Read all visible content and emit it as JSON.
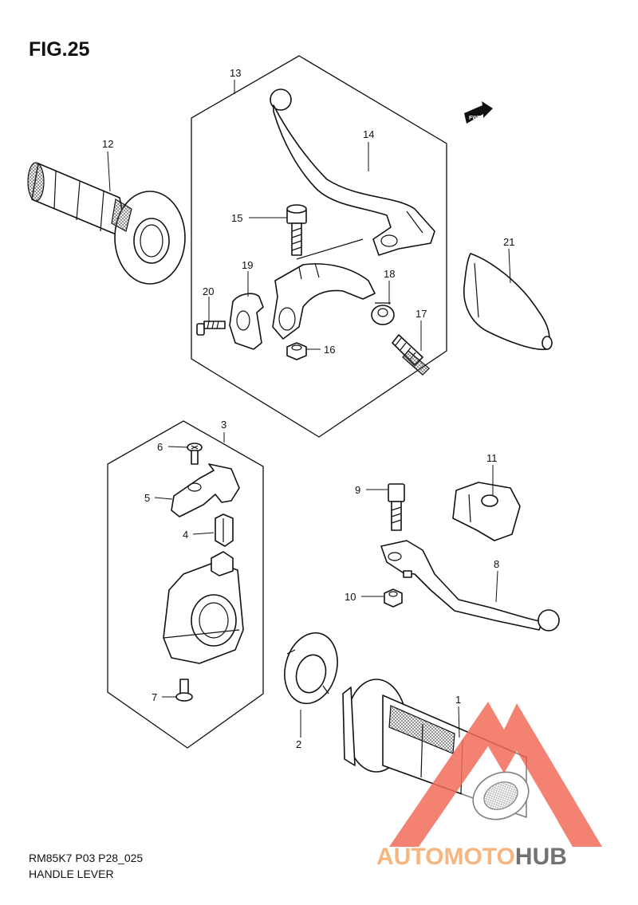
{
  "figure": {
    "title": "FIG.25",
    "code": "RM85K7 P03 P28_025",
    "name": "HANDLE LEVER",
    "direction_badge": "FWD"
  },
  "watermark": {
    "part1": "AUTOMOTO",
    "part2": "HUB",
    "color_primary": "#f26d5b",
    "color_secondary": "#f6a96b",
    "color_tail": "#5a5a5a"
  },
  "callouts": {
    "c1": "1",
    "c2": "2",
    "c3": "3",
    "c4": "4",
    "c5": "5",
    "c6": "6",
    "c7": "7",
    "c8": "8",
    "c9": "9",
    "c10": "10",
    "c11": "11",
    "c12": "12",
    "c13": "13",
    "c14": "14",
    "c15": "15",
    "c16": "16",
    "c17": "17",
    "c18": "18",
    "c19": "19",
    "c20": "20",
    "c21": "21"
  }
}
